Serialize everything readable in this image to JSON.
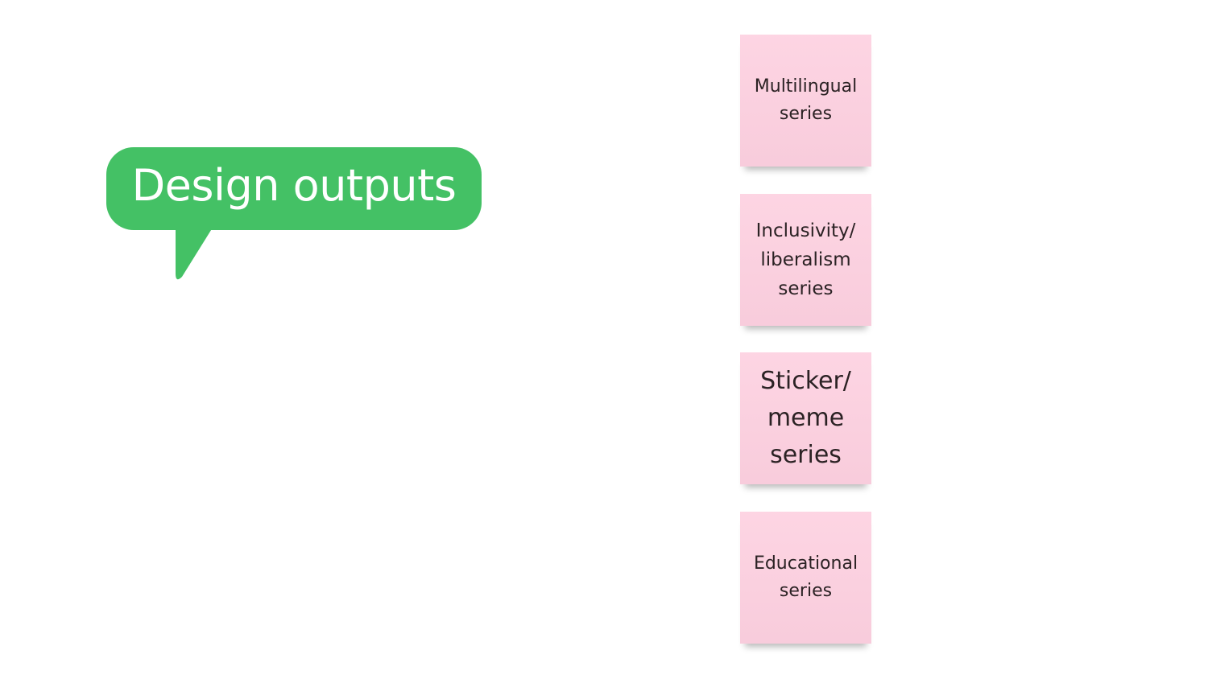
{
  "bubble": {
    "text": "Design outputs",
    "color": "#44c165"
  },
  "notes": [
    {
      "text": "Multilingual\nseries"
    },
    {
      "text": "Inclusivity/\nliberalism\nseries"
    },
    {
      "text": "Sticker/\nmeme\nseries"
    },
    {
      "text": "Educational\nseries"
    }
  ],
  "note_color": "#fdd0e0"
}
